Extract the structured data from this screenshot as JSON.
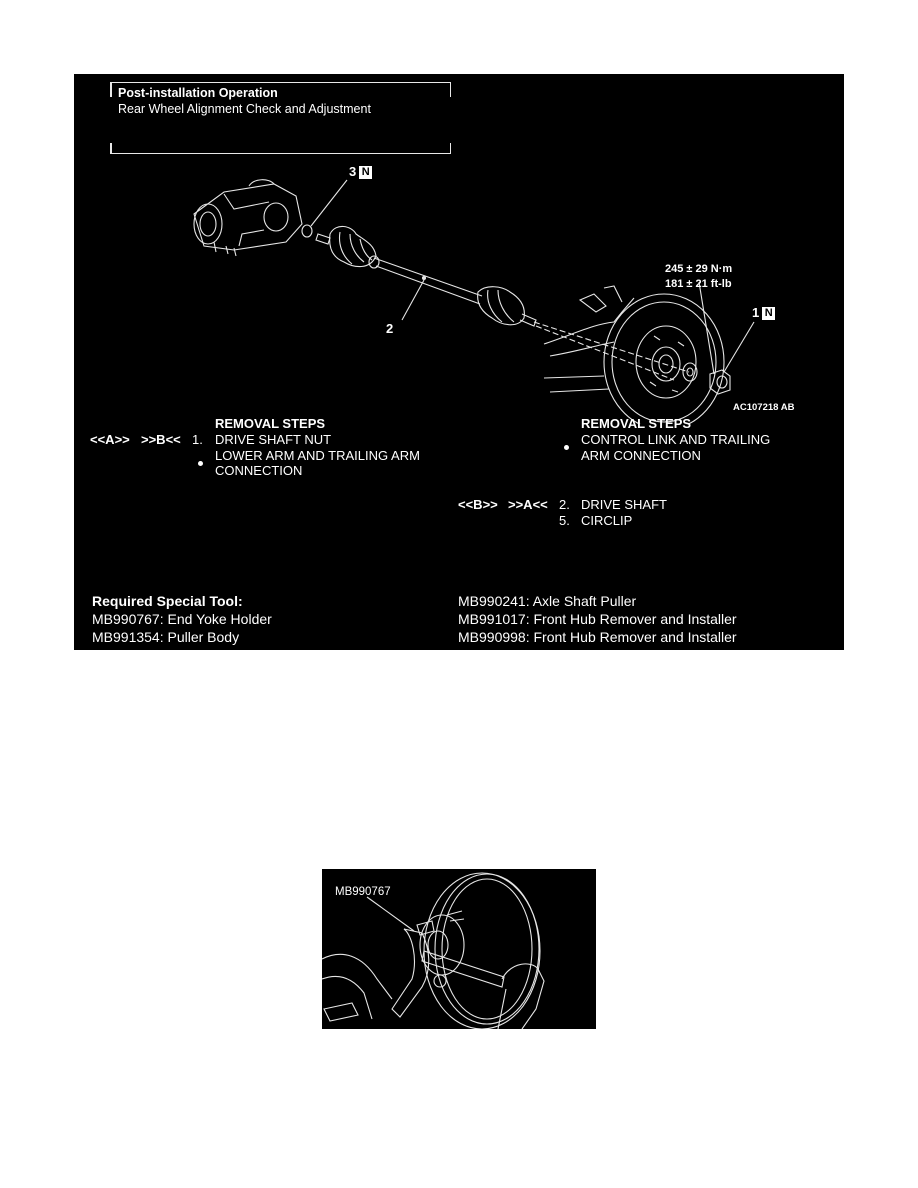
{
  "post_installation": {
    "title": "Post-installation Operation",
    "text": "Rear Wheel Alignment Check and Adjustment"
  },
  "diagram": {
    "callouts": {
      "circlip": {
        "number": "3",
        "badge": "N"
      },
      "drive_shaft": {
        "number": "2"
      },
      "nut": {
        "number": "1",
        "badge": "N"
      }
    },
    "torque": {
      "nm": "245 ± 29 N·m",
      "ftlb": "181 ± 21 ft-lb"
    },
    "figure_id": "AC107218 AB"
  },
  "removal_left": {
    "header": "REMOVAL STEPS",
    "items": [
      {
        "tag_a": "<<A>>",
        "tag_b": ">>B<<",
        "num": "1.",
        "text": "DRIVE SHAFT NUT"
      },
      {
        "bullet": true,
        "text": "LOWER ARM AND TRAILING ARM",
        "text2": "CONNECTION"
      }
    ]
  },
  "removal_right": {
    "header": "REMOVAL STEPS",
    "items": [
      {
        "bullet": true,
        "text": "CONTROL LINK AND TRAILING",
        "text2": "ARM CONNECTION"
      },
      {
        "tag_a": "<<B>>",
        "tag_b": ">>A<<",
        "num": "2.",
        "text": "DRIVE SHAFT"
      },
      {
        "num": "5.",
        "text": "CIRCLIP"
      }
    ]
  },
  "special_tools": {
    "header": "Required Special Tool:",
    "left": [
      "MB990767: End Yoke Holder",
      "MB991354: Puller Body"
    ],
    "right": [
      "MB990241: Axle Shaft Puller",
      "MB991017: Front Hub Remover and Installer",
      "MB990998: Front Hub Remover and Installer"
    ]
  },
  "tool_figure": {
    "label": "MB990767"
  }
}
